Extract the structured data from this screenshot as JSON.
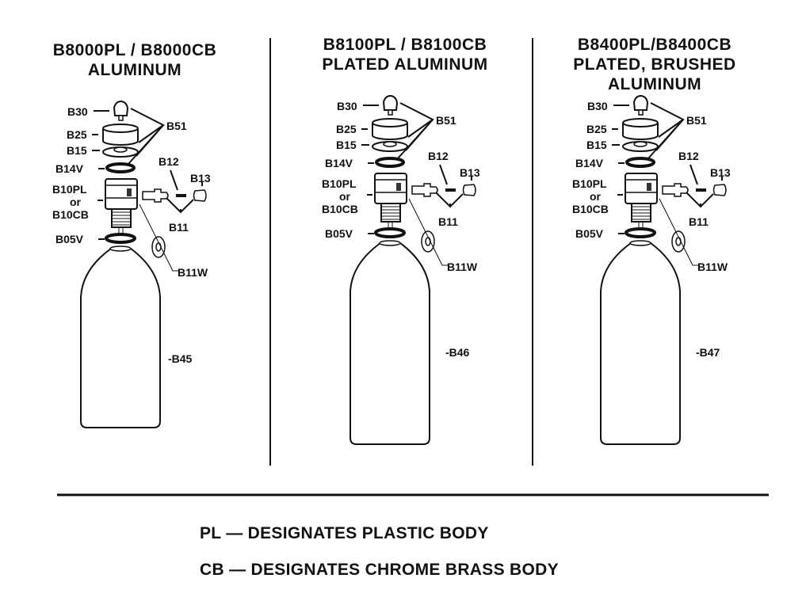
{
  "panels": [
    {
      "title_lines": [
        "B8000PL / B8000CB",
        "ALUMINUM"
      ],
      "bottle_label": "-B45"
    },
    {
      "title_lines": [
        "B8100PL / B8100CB",
        "PLATED ALUMINUM"
      ],
      "bottle_label": "-B46"
    },
    {
      "title_lines": [
        "B8400PL/B8400CB",
        "PLATED, BRUSHED",
        "ALUMINUM"
      ],
      "bottle_label": "-B47"
    }
  ],
  "part_labels": {
    "b30": "B30",
    "b25": "B25",
    "b15": "B15",
    "b14v": "B14V",
    "b10_line1": "B10PL",
    "b10_line2": "or",
    "b10_line3": "B10CB",
    "b05v": "B05V",
    "b51": "B51",
    "b12": "B12",
    "b13": "B13",
    "b11": "B11",
    "b11w": "B11W"
  },
  "notes": [
    "PL — DESIGNATES PLASTIC BODY",
    "CB — DESIGNATES CHROME BRASS BODY"
  ]
}
